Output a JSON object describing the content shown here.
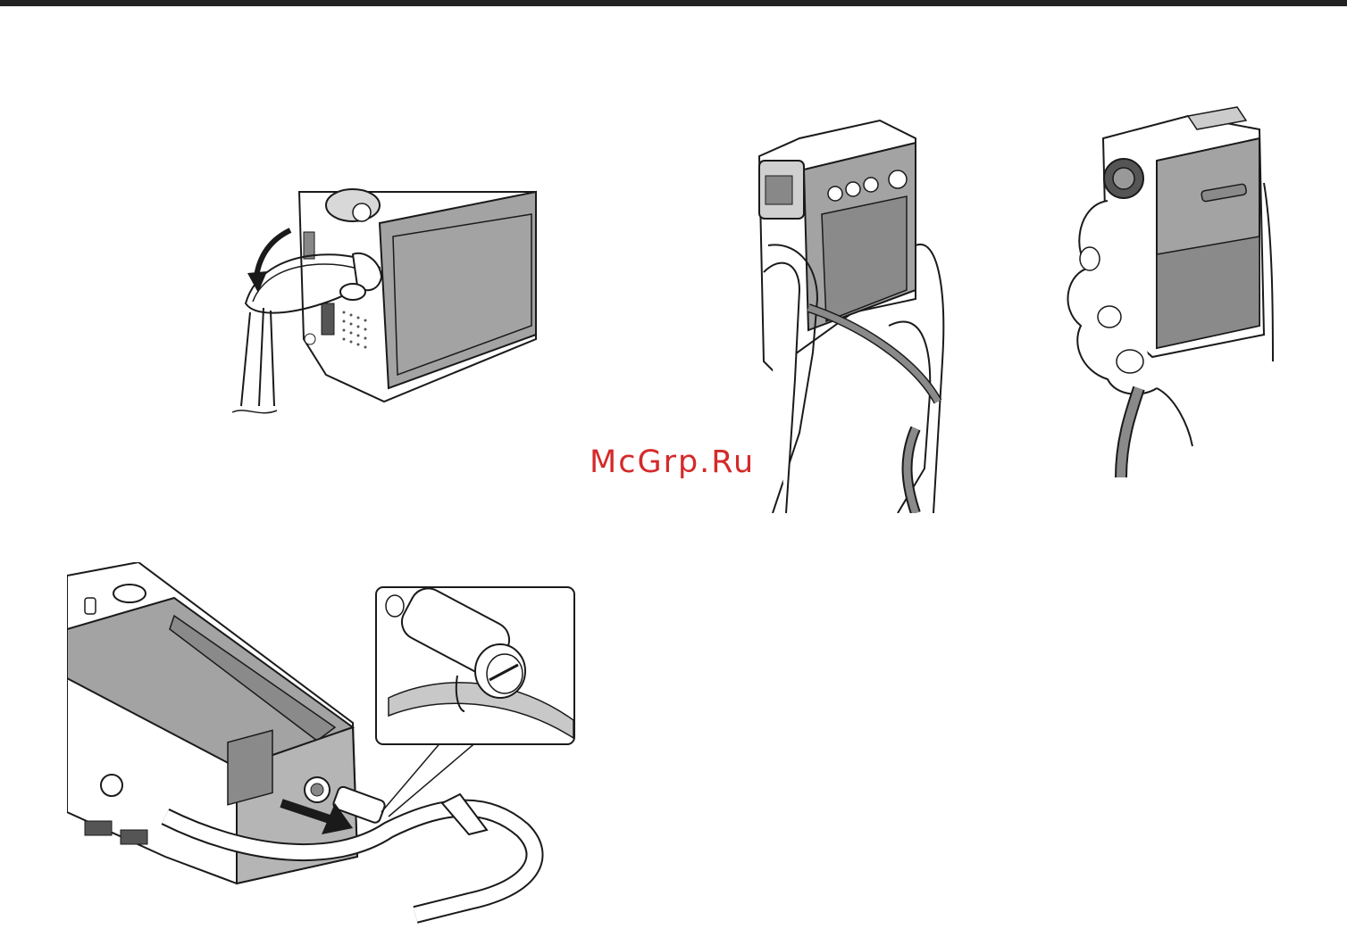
{
  "page": {
    "watermark": "McGrp.Ru",
    "colors": {
      "rule": "#222222",
      "line": "#1a1a1a",
      "body_grey": "#a3a3a3",
      "body_dark": "#8a8a8a",
      "watermark": "#d42a2a"
    }
  },
  "figures": [
    {
      "id": "strap-loop-attach",
      "icon": "camcorder-strap-loop-illustration"
    },
    {
      "id": "hold-side-view",
      "icon": "hand-holding-camcorder-side-illustration"
    },
    {
      "id": "hold-front-view",
      "icon": "hand-holding-camcorder-front-illustration"
    },
    {
      "id": "strap-bottom-attach",
      "icon": "camcorder-bottom-strap-illustration"
    },
    {
      "id": "strap-detail-inset",
      "icon": "strap-pin-detail-illustration"
    }
  ]
}
